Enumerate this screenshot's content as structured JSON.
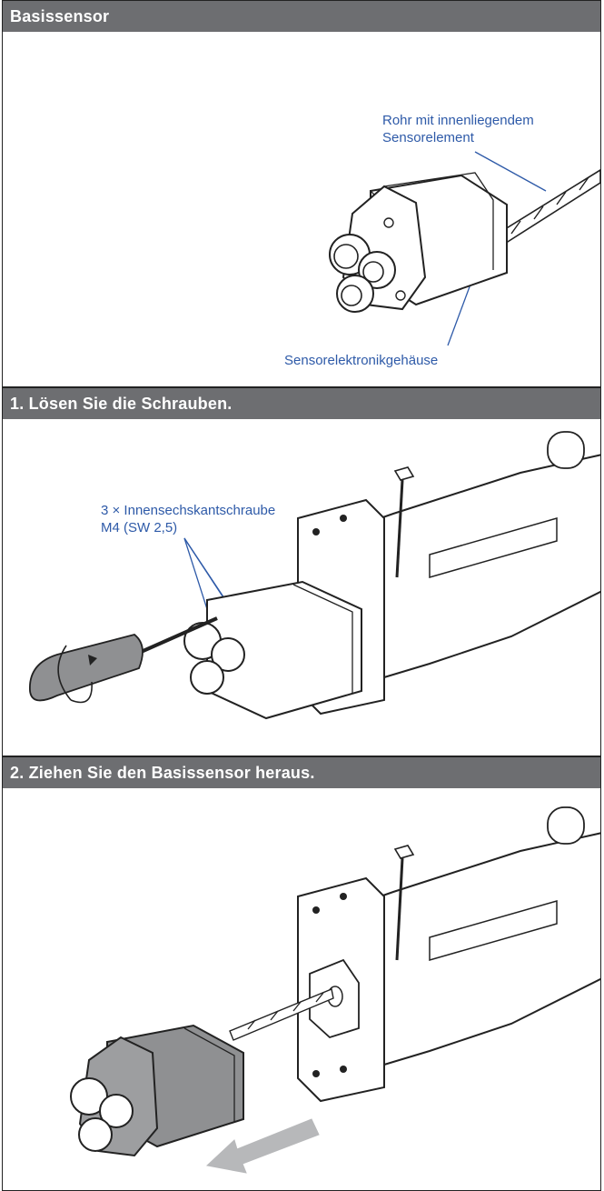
{
  "sections": [
    {
      "title": "Basissensor",
      "callouts": {
        "tube": [
          "Rohr mit innenliegendem",
          "Sensorelement"
        ],
        "housing": "Sensorelektronikgehäuse"
      }
    },
    {
      "title": "1. Lösen Sie die Schrauben.",
      "callouts": {
        "screws": [
          "3 × Innensechskantschraube",
          "M4 (SW 2,5)"
        ]
      }
    },
    {
      "title": "2. Ziehen Sie den Basissensor heraus."
    }
  ],
  "colors": {
    "header_bg": "#6d6e71",
    "callout": "#2e5aa8",
    "arrow": "#b7b8ba",
    "housing_shaded": "#8f9092"
  }
}
